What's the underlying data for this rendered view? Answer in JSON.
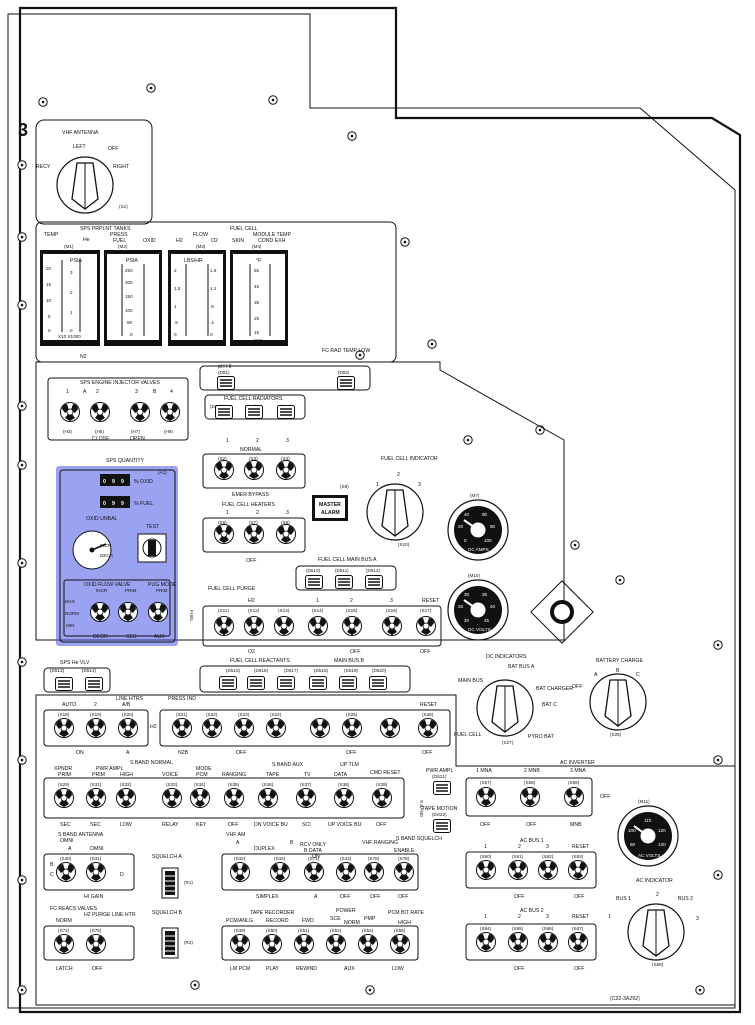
{
  "panel_number": "3",
  "drawing_id": "(C22-3A292)",
  "vhf_antenna": {
    "title": "VHF ANTENNA",
    "positions": [
      "LEFT",
      "RECY",
      "RIGHT",
      "OFF"
    ],
    "switch_id": "(S1)"
  },
  "gauges": {
    "sps_header": "SPS PRPLNT TANKS",
    "press_label": "PRESS",
    "temp_label": "TEMP",
    "he_label": "He",
    "fuel_label": "FUEL",
    "oxid_label": "OXID",
    "fuel_cell_header": "FUEL CELL",
    "flow_label": "FLOW",
    "module_temp_label": "MODULE TEMP",
    "h2_label": "H2",
    "o2_label": "O2",
    "skin_label": "SKIN",
    "cond_exh_label": "COND EXH",
    "m1": "(M1)",
    "m2": "(M2)",
    "m3": "(M3)",
    "m4": "(M4)",
    "psia": "PSIA",
    "lbs_hr": "LBS/HR",
    "f_label": "°F",
    "x10_x1000": "X10 X1000",
    "x10": "X10",
    "n2_label": "N2",
    "scale_temp": [
      "20",
      "15",
      "10",
      "5",
      "0"
    ],
    "scale_press": [
      "3",
      "2",
      "1",
      "0"
    ],
    "scale_psia": [
      "250",
      "200",
      "150",
      "100",
      "50",
      "0"
    ],
    "scale_lbshr": [
      "2",
      "1.5",
      "1",
      ".5",
      "0"
    ],
    "scale_lbshr_o2": [
      "1.6",
      "1.2",
      ".8",
      ".4",
      "0"
    ],
    "scale_f": [
      "55",
      "45",
      "35",
      "25",
      "15"
    ]
  },
  "injector": {
    "title": "SPS ENGINE INJECTOR VALVES",
    "valves": [
      "1",
      "A",
      "2",
      "3",
      "B",
      "4"
    ],
    "ids": [
      "(H3)",
      "(H5)",
      "(H7)",
      "(H9)"
    ],
    "close": "CLOSE",
    "open": "OPEN"
  },
  "fuel_cell_top": {
    "ph_hi": "pH HI",
    "ph_id": "(D51)",
    "rad_temp": "FC RAD TEMP LOW",
    "rad_id": "(D52)",
    "radiators": "FUEL CELL RADIATORS",
    "rad_ids": [
      "(D56)",
      "(D57)",
      "(D58)"
    ],
    "cols": [
      "1",
      "2",
      "3"
    ],
    "normal": "NORMAL",
    "bypass": "EMER BYPASS",
    "heaters": "FUEL CELL HEATERS",
    "off": "OFF",
    "sw_ids_a": [
      "(S2)",
      "(S3)",
      "(S4)"
    ],
    "sw_ids_b": [
      "(S6)",
      "(S7)",
      "(S8)"
    ]
  },
  "fuel_cell_indicator": {
    "title": "FUEL CELL INDICATOR",
    "positions": [
      "1",
      "2",
      "3"
    ],
    "id": "(S10)"
  },
  "master_alarm": {
    "line1": "MASTER",
    "line2": "ALARM",
    "id": "(S9)"
  },
  "dc_amps": {
    "id": "(M7)",
    "label": "DC AMPS",
    "scale": [
      "0",
      "20",
      "40",
      "60",
      "80",
      "100"
    ]
  },
  "dc_volts": {
    "id": "(M10)",
    "label": "DC VOLTS",
    "scale": [
      "20",
      "25",
      "30",
      "35",
      "40",
      "45"
    ]
  },
  "sps_quantity": {
    "title": "SPS QUANTITY",
    "id": "(A1)",
    "oxid_pct": "% OXID",
    "fuel_pct": "% FUEL",
    "oxid_digits": [
      "0",
      "9",
      "9"
    ],
    "fuel_digits": [
      "0",
      "9",
      "9"
    ],
    "oxid_unbal": "OXID UNBAL",
    "incr": "INCR",
    "decr": "DECR",
    "test": "TEST",
    "test_id": "(S1)",
    "flow_valve": "OXID FLOW VALVE",
    "flow_incr": "INCR",
    "flow_prim": "PRIM",
    "pug_mode": "PUG MODE",
    "pug_prim": "PRIM",
    "max": "MAX",
    "norm": "NORM",
    "min": "MIN",
    "dec": "DECR",
    "sec": "SEC",
    "aux": "AUX"
  },
  "main_bus_a": {
    "title": "FUEL CELL MAIN BUS A",
    "ids": [
      "(D510)",
      "(D511)",
      "(D512)"
    ],
    "purge": "FUEL CELL PURGE",
    "h2": "H2",
    "o2": "O2",
    "reset": "RESET",
    "off": "OFF",
    "sw_ids": [
      "(S11)",
      "(S12)",
      "(S13)",
      "(S14)",
      "(S15)",
      "(S16)",
      "(S17)"
    ],
    "cols": [
      "1",
      "2",
      "3",
      "1",
      "2",
      "3"
    ]
  },
  "reactants": {
    "title": "FUEL CELL REACTANTS",
    "main_bus_b": "MAIN BUS B",
    "ids": [
      "(D515)",
      "(D516)",
      "(D517)",
      "(D518)",
      "(D519)",
      "(D520)"
    ]
  },
  "sps_he_vlv": {
    "title": "SPS He VLV",
    "ids": [
      "(D513)",
      "(D514)"
    ],
    "cols": [
      "1",
      "2"
    ]
  },
  "line_htrs": {
    "title": "LINE HTRS",
    "labels": [
      "AUTO",
      "2",
      "A/B"
    ],
    "ids": [
      "(S18)",
      "(S19)",
      "(S20)"
    ],
    "on": "ON",
    "a": "A"
  },
  "press_ind": {
    "title": "PRESS IND",
    "h2": "H2",
    "n2b": "N2B",
    "ids": [
      "(S21)",
      "(S22)",
      "(S23)",
      "(S24)",
      "(S25)",
      "(S26)"
    ],
    "off": "OFF",
    "reset": "RESET"
  },
  "dc_indicators": {
    "title": "DC INDICATORS",
    "positions": [
      "BAT BUS A",
      "B",
      "MAIN BUS",
      "BAT CHARGER",
      "BAT C",
      "FUEL CELL",
      "PYRO BAT",
      "A",
      "B"
    ],
    "id": "(S27)"
  },
  "battery_charge": {
    "title": "BATTERY CHARGE",
    "positions": [
      "OFF",
      "A",
      "B",
      "C"
    ],
    "id": "(S28)"
  },
  "sband_normal": {
    "title": "S BAND NORMAL",
    "xpndr": "XPNDR",
    "pwr_ampl": "PWR AMPL",
    "prim": "PRIM",
    "high": "HIGH",
    "sec": "SEC",
    "low": "LOW",
    "mode": "MODE",
    "voice": "VOICE",
    "pcm": "PCM",
    "ranging": "RANGING",
    "relay": "RELAY",
    "key": "KEY",
    "off": "OFF",
    "aux": "S BAND AUX",
    "tape": "TAPE",
    "tv": "TV",
    "dn_voice_bu": "DN VOICE BU",
    "sci": "SCI",
    "uplink": "UP TLM",
    "data": "DATA",
    "cmd_reset": "CMD RESET",
    "up_voice_bu": "UP VOICE BU",
    "ids": [
      "(S29)",
      "(S31)",
      "(S32)",
      "(S33)",
      "(S34)",
      "(S35)",
      "(S36)",
      "(S37)",
      "(S38)",
      "(S39)"
    ]
  },
  "pwr_ampl_ind": {
    "title": "PWR AMPL",
    "id": "(DS21)",
    "tape_motion": "TAPE MOTION",
    "tape_id": "(DS22)"
  },
  "ac_inverter": {
    "title": "AC INVERTER",
    "cols": [
      "1 MNA",
      "2 MNB",
      "3 MNA"
    ],
    "mnb": "MNB",
    "off": "OFF",
    "ids": [
      "(S57)",
      "(S58)",
      "(S59)"
    ]
  },
  "ac_bus1": {
    "title": "AC BUS 1",
    "cols": [
      "1",
      "2",
      "3"
    ],
    "reset": "RESET",
    "off": "OFF",
    "ids": [
      "(S60)",
      "(S61)",
      "(S62)",
      "(S63)"
    ]
  },
  "ac_bus2": {
    "title": "AC BUS 2",
    "cols": [
      "1",
      "2",
      "3"
    ],
    "reset": "RESET",
    "off": "OFF",
    "ids": [
      "(S64)",
      "(S65)",
      "(S66)",
      "(S67)"
    ]
  },
  "ac_volts": {
    "id": "(M11)",
    "label": "AC VOLTS",
    "scale": [
      "90",
      "100",
      "110",
      "120",
      "130"
    ]
  },
  "ac_indicator": {
    "title": "AC INDICATOR",
    "positions": [
      "BUS 1",
      "BUS 2",
      "2",
      "1",
      "3"
    ],
    "id": "(S68)"
  },
  "sband_antenna": {
    "title": "S BAND ANTENNA",
    "omni": "OMNI",
    "c": "C",
    "hi_gain": "HI GAIN",
    "a": "A",
    "d": "D",
    "b": "B",
    "ids": [
      "(S40)",
      "(S41)"
    ]
  },
  "squelch_a": {
    "title": "SQUELCH A",
    "id": "(R1)"
  },
  "squelch_b": {
    "title": "SQUELCH B",
    "id": "(R2)"
  },
  "vhf_am": {
    "title": "VHF AM",
    "a": "A",
    "b": "B",
    "duplex": "DUPLEX",
    "simplex": "SIMPLEX",
    "rcv_only": "RCV ONLY",
    "b_data": "B DATA",
    "on": "ON",
    "off": "OFF",
    "vhf_ranging": "VHF RANGING",
    "sband_squelch": "S BAND SQUELCH",
    "enable": "ENABLE",
    "ids": [
      "(S42)",
      "(S44)",
      "(S71)",
      "(S43)",
      "(S78)",
      "(S79)"
    ]
  },
  "fc_react": {
    "title": "FC REACS VALVES",
    "norm": "NORM",
    "latch": "LATCH",
    "h2_purge": "H2 PURGE LINE HTR",
    "off": "OFF",
    "ids": [
      "(S74)",
      "(S75)"
    ]
  },
  "tape_recorder": {
    "title": "TAPE RECORDER",
    "pcm_anlg": "PCM/ANLG",
    "record": "RECORD",
    "fwd": "FWD",
    "power": "POWER",
    "sce": "SCE",
    "pmp": "PMP",
    "pcm_rate": "PCM BIT RATE",
    "high": "HIGH",
    "norm": "NORM",
    "lm_pcm": "LM PCM",
    "play": "PLAY",
    "rewind": "REWIND",
    "aux": "AUX",
    "low": "LOW",
    "ids": [
      "(S49)",
      "(S50)",
      "(S51)",
      "(S52)",
      "(S54)",
      "(S55)"
    ]
  },
  "side_labels": {
    "vhf": "VHF",
    "fuel": "FUEL",
    "s_band": "S BAND",
    "vhf_am": "VHF AM"
  },
  "highlight_color": "#4a56e8"
}
